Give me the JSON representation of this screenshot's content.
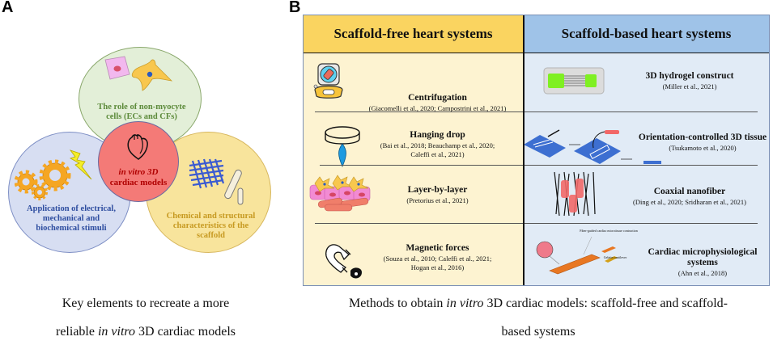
{
  "panel_a": {
    "letter": "A",
    "circles": {
      "top": {
        "label": "The role of non-myocyte cells (ECs and CFs)",
        "line1": "The role of non-myocyte",
        "line2": "cells (ECs and CFs)",
        "color": "#e3efd8",
        "text_color": "#5c8a3a"
      },
      "left": {
        "label": "Application of electrical, mechanical and biochemical stimuli",
        "line1": "Application of electrical,",
        "line2": "mechanical and",
        "line3": "biochemical stimuli",
        "color": "#d7def2",
        "text_color": "#2f4ea0"
      },
      "right": {
        "label": "Chemical and structural characteristics of the scaffold",
        "line1": "Chemical and structural",
        "line2": "characteristics of the",
        "line3": "scaffold",
        "color": "#f8e49c",
        "text_color": "#c79a22"
      },
      "center": {
        "line1": "in vitro 3D",
        "line2": "cardiac models",
        "color": "#f47a77",
        "text_color": "#b00000"
      }
    },
    "caption": {
      "line1": "Key elements to recreate a more",
      "line2_pre": "reliable ",
      "line2_it": "in vitro",
      "line2_post": " 3D cardiac models"
    }
  },
  "panel_b": {
    "letter": "B",
    "columns": [
      {
        "header": "Scaffold-free heart systems",
        "color": "#fad460",
        "bg": "#fdf3d1",
        "items": [
          {
            "title": "Centrifugation",
            "refs": [
              "(Giacomelli et al., 2020; Campostrini et al., 2021)"
            ],
            "icon": "centrifuge-icon"
          },
          {
            "title": "Hanging drop",
            "refs": [
              "(Bai et al., 2018; Beauchamp et al., 2020;",
              "Caleffi et al., 2021)"
            ],
            "icon": "hanging-drop-icon"
          },
          {
            "title": "Layer-by-layer",
            "refs": [
              "(Pretorius et al., 2021)"
            ],
            "icon": "cell-layers-icon"
          },
          {
            "title": "Magnetic forces",
            "refs": [
              "(Souza et al., 2010; Caleffi et al., 2021;",
              "Hogan et al., 2016)"
            ],
            "icon": "magnet-icon"
          }
        ]
      },
      {
        "header": "Scaffold-based heart systems",
        "color": "#9fc3e8",
        "bg": "#e1ebf6",
        "items": [
          {
            "title": "3D hydrogel construct",
            "refs": [
              "(Miller et al., 2021)"
            ],
            "icon": "hydrogel-icon"
          },
          {
            "title": "Orientation-controlled 3D tissue",
            "refs": [
              "(Tsukamoto et al., 2020)"
            ],
            "icon": "orientation-tissue-icon"
          },
          {
            "title": "Coaxial nanofiber",
            "refs": [
              "(Ding et al., 2020; Sridharan et al., 2021)"
            ],
            "icon": "nanofiber-icon"
          },
          {
            "title_line1": "Cardiac microphysiological",
            "title_line2": "systems",
            "refs": [
              "(Ahn et al., 2018)"
            ],
            "icon": "microphysiological-chip-icon",
            "labels": {
              "top": "Fiber-guided cardiac microtissue contraction",
              "bottom": "Gelatin cantilever"
            }
          }
        ]
      }
    ],
    "caption": {
      "line1_pre": "Methods to obtain ",
      "line1_it": "in vitro",
      "line1_post": " 3D cardiac models: scaffold-free and scaffold-",
      "line2": "based systems"
    }
  }
}
